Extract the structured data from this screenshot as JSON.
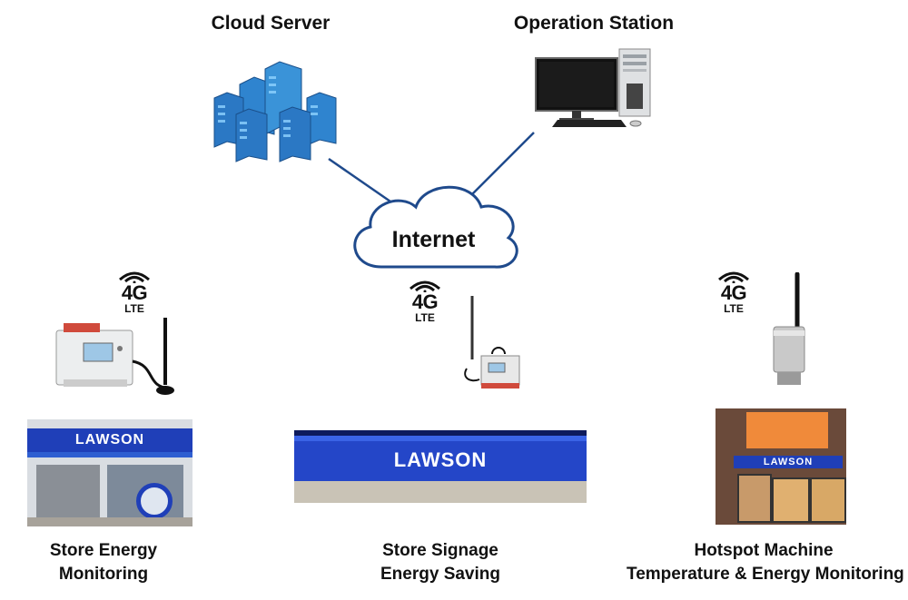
{
  "nodes": {
    "cloud_server": {
      "label": "Cloud Server"
    },
    "operation_station": {
      "label": "Operation Station"
    },
    "internet": {
      "label": "Internet"
    }
  },
  "network_badges": [
    {
      "main": "4G",
      "sub": "LTE"
    },
    {
      "main": "4G",
      "sub": "LTE"
    },
    {
      "main": "4G",
      "sub": "LTE"
    }
  ],
  "stores": {
    "sign_text": "LAWSON",
    "left_caption": [
      "Store Energy",
      "Monitoring"
    ],
    "center_caption": [
      "Store Signage",
      "Energy Saving"
    ],
    "right_caption": [
      "Hotspot Machine",
      "Temperature & Energy Monitoring"
    ]
  },
  "colors": {
    "server_blue": "#2b78c4",
    "cloud_stroke": "#1f4a8c",
    "line": "#1f4a8c",
    "lawson_blue": "#1f3fb8"
  }
}
